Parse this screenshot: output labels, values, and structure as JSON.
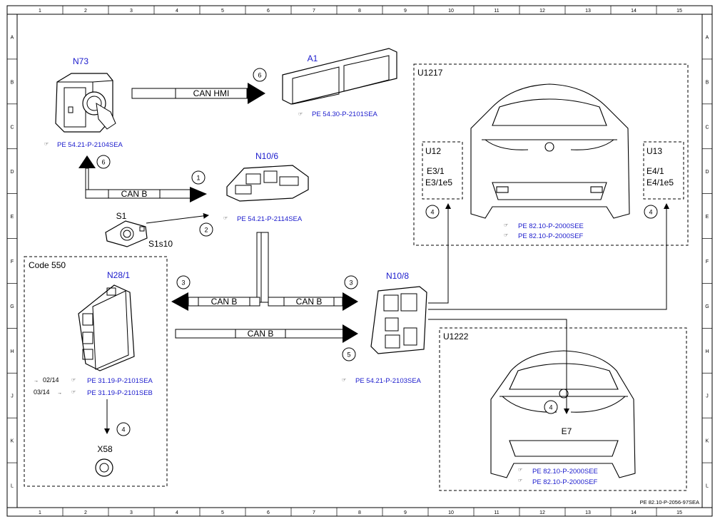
{
  "grid": {
    "columns": [
      "1",
      "2",
      "3",
      "4",
      "5",
      "6",
      "7",
      "8",
      "9",
      "10",
      "11",
      "12",
      "13",
      "14",
      "15"
    ],
    "rows": [
      "A",
      "B",
      "C",
      "D",
      "E",
      "F",
      "G",
      "H",
      "J",
      "K",
      "L"
    ]
  },
  "components": {
    "n73": "N73",
    "a1": "A1",
    "n10_6": "N10/6",
    "s1": "S1",
    "s1s10": "S1s10",
    "n28_1": "N28/1",
    "x58": "X58",
    "n10_8": "N10/8",
    "u1217": "U1217",
    "u12": "U12",
    "u13": "U13",
    "u1222": "U1222",
    "e3_1": "E3/1",
    "e3_1e5": "E3/1e5",
    "e4_1": "E4/1",
    "e4_1e5": "E4/1e5",
    "e7": "E7",
    "code550": "Code 550"
  },
  "refs": {
    "n73": "PE 54.21-P-2104SEA",
    "a1": "PE 54.30-P-2101SEA",
    "n10_6": "PE 54.21-P-2114SEA",
    "n28_1_a": "PE 31.19-P-2101SEA",
    "n28_1_b": "PE 31.19-P-2101SEB",
    "n10_8": "PE 54.21-P-2103SEA",
    "u1217_a": "PE 82.10-P-2000SEE",
    "u1217_b": "PE 82.10-P-2000SEF",
    "u1222_a": "PE 82.10-P-2000SEE",
    "u1222_b": "PE 82.10-P-2000SEF"
  },
  "dates": {
    "until": "02/14",
    "from": "03/14"
  },
  "buses": {
    "can_hmi": "CAN HMI",
    "can_b_1": "CAN B",
    "can_b_2": "CAN B",
    "can_b_3": "CAN B",
    "can_b_4": "CAN B"
  },
  "numbers": {
    "n1": "1",
    "n2": "2",
    "n3a": "3",
    "n3b": "3",
    "n4a": "4",
    "n4b": "4",
    "n4c": "4",
    "n4d": "4",
    "n5": "5",
    "n6a": "6",
    "n6b": "6"
  },
  "footer": "PE 82.10-P-2056-97SEA"
}
